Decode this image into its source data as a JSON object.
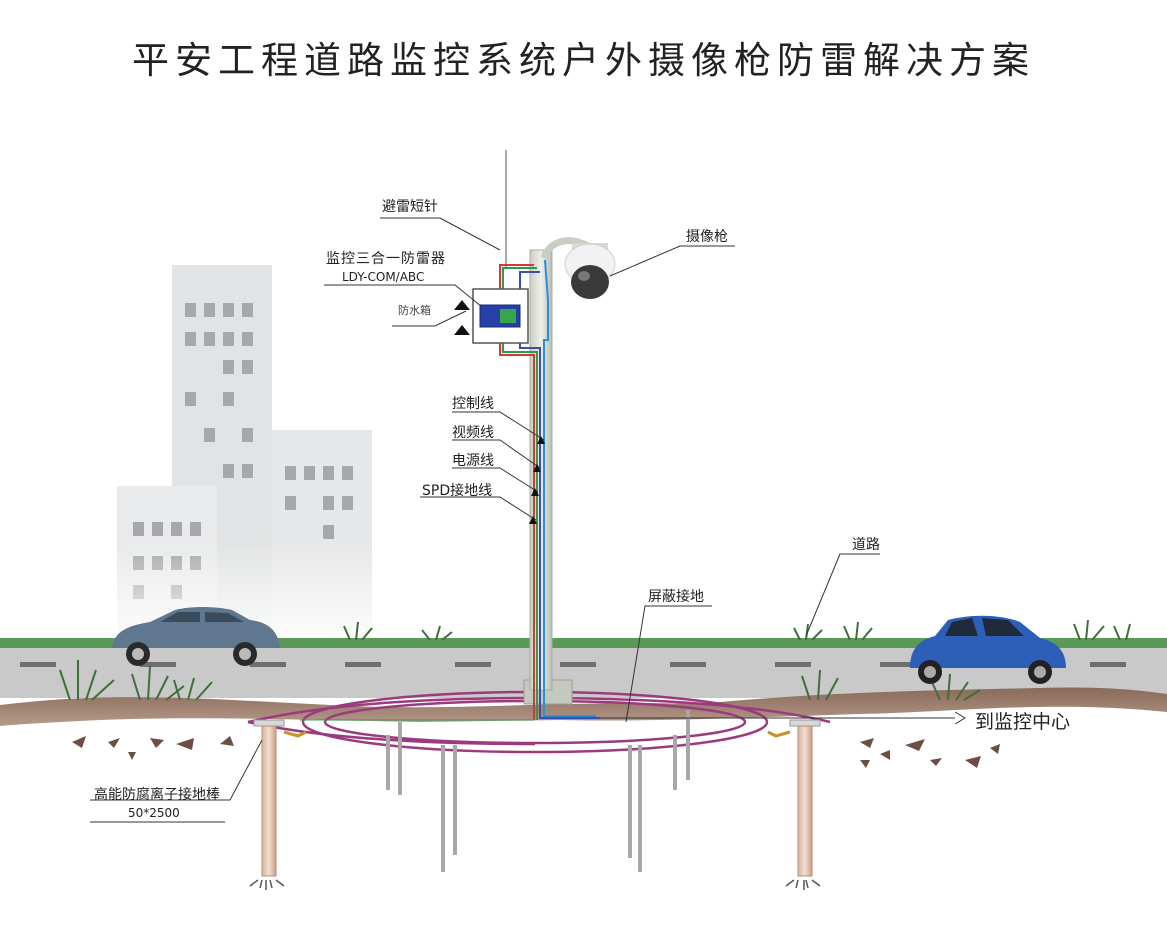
{
  "title": "平安工程道路监控系统户外摄像枪防雷解决方案",
  "labels": {
    "lightning_rod": "避雷短针",
    "camera": "摄像枪",
    "protector_name": "监控三合一防雷器",
    "protector_model": "LDY-COM/ABC",
    "waterproof_box": "防水箱",
    "control_line": "控制线",
    "video_line": "视频线",
    "power_line": "电源线",
    "spd_ground_line": "SPD接地线",
    "road": "道路",
    "shield_ground": "屏蔽接地",
    "to_center": "到监控中心",
    "ground_rod": "高能防腐离子接地棒",
    "ground_rod_size": "50*2500"
  },
  "colors": {
    "ground_ring": "#9b3b7e",
    "control_wire": "#2b8fd6",
    "video_wire": "#3a4fb0",
    "power_wire": "#d23a3a",
    "spd_ground_wire": "#2e9a4f",
    "grass": "#5a9a55",
    "soil": "#9a7a6a",
    "road": "#c9c9c9"
  }
}
